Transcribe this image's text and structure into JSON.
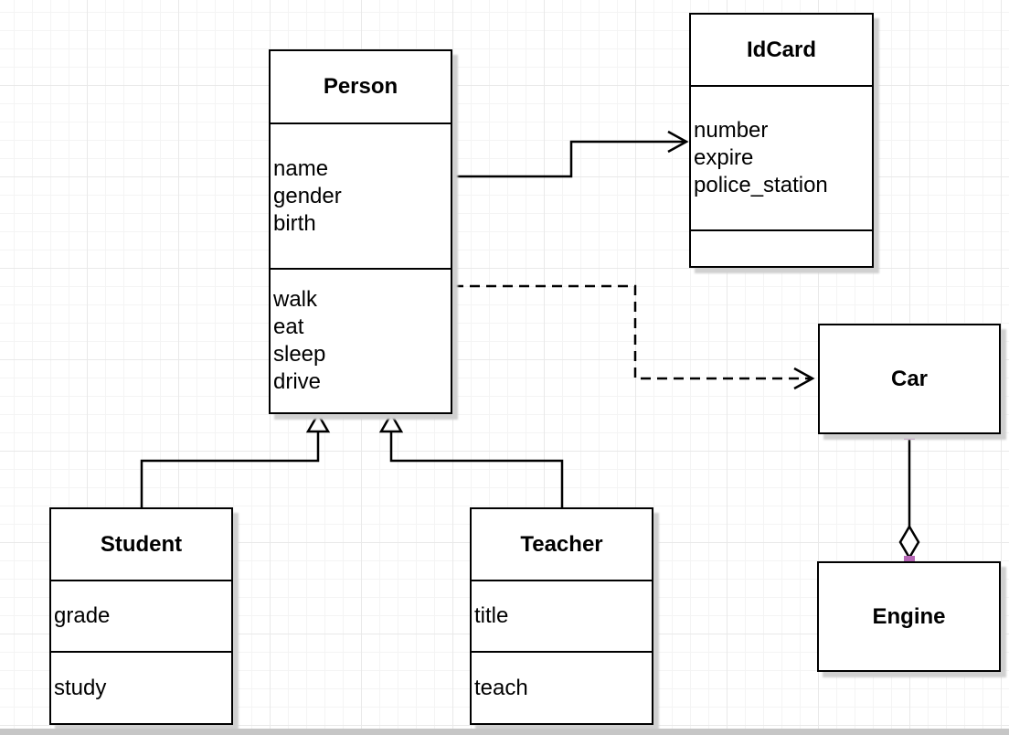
{
  "diagram": {
    "type": "uml-class-diagram",
    "classes": {
      "person": {
        "title": "Person",
        "sections": [
          [
            "name",
            "gender",
            "birth"
          ],
          [
            "walk",
            "eat",
            "sleep",
            "drive"
          ]
        ]
      },
      "idcard": {
        "title": "IdCard",
        "sections": [
          [
            "number",
            "expire",
            "police_station"
          ],
          []
        ]
      },
      "car": {
        "title": "Car",
        "sections": []
      },
      "engine": {
        "title": "Engine",
        "sections": []
      },
      "student": {
        "title": "Student",
        "sections": [
          [
            "grade"
          ],
          [
            "study"
          ]
        ]
      },
      "teacher": {
        "title": "Teacher",
        "sections": [
          [
            "title"
          ],
          [
            "teach"
          ]
        ]
      }
    },
    "relationships": [
      {
        "from": "Person",
        "to": "IdCard",
        "type": "association",
        "line": "solid",
        "arrow": "open"
      },
      {
        "from": "Person",
        "to": "Car",
        "type": "dependency",
        "line": "dashed",
        "arrow": "open"
      },
      {
        "from": "Student",
        "to": "Person",
        "type": "generalization",
        "line": "solid",
        "arrow": "hollow-triangle"
      },
      {
        "from": "Teacher",
        "to": "Person",
        "type": "generalization",
        "line": "solid",
        "arrow": "hollow-triangle"
      },
      {
        "from": "Car",
        "to": "Engine",
        "type": "aggregation",
        "line": "solid",
        "arrow": "hollow-diamond"
      }
    ],
    "colors": {
      "stroke": "#000000",
      "fill": "#ffffff",
      "shadow": "#d0d0d0",
      "endpoint_handle": "#b566b5",
      "grid_minor": "#f4f4f4",
      "grid_major": "#e9e9e9",
      "bottom_strip": "#c6c6c6"
    }
  }
}
